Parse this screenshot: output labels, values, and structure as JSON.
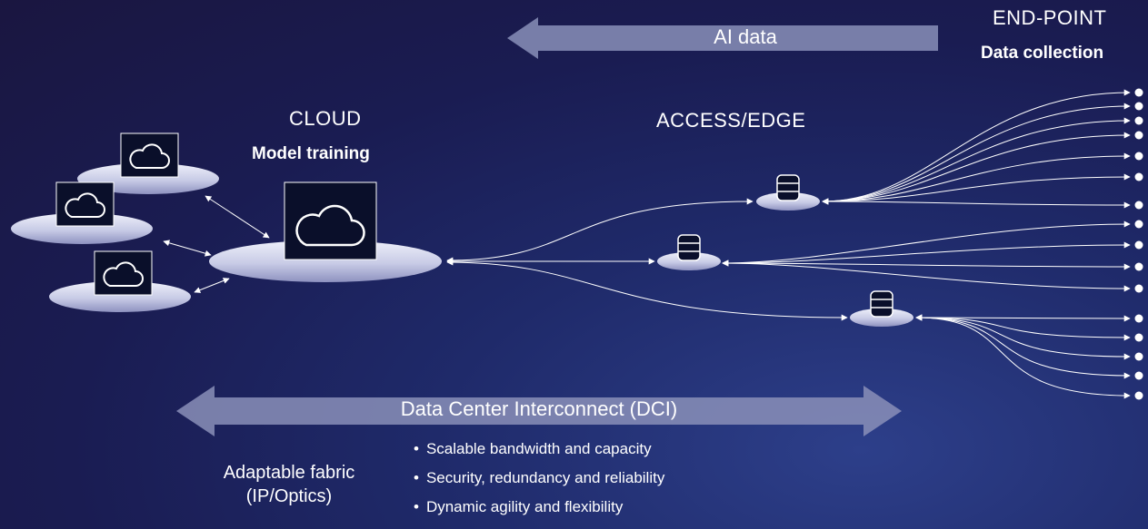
{
  "ai_data_arrow": {
    "label": "AI data"
  },
  "endpoint": {
    "title": "END-POINT",
    "subtitle": "Data collection"
  },
  "cloud": {
    "title": "CLOUD",
    "subtitle": "Model training"
  },
  "edge": {
    "title": "ACCESS/EDGE"
  },
  "dci_arrow": {
    "label": "Data Center Interconnect (DCI)"
  },
  "fabric": {
    "line1": "Adaptable fabric",
    "line2": "(IP/Optics)"
  },
  "bullets": [
    "Scalable bandwidth and capacity",
    "Security, redundancy and reliability",
    "Dynamic agility and flexibility"
  ],
  "colors": {
    "background": "#1a1c52",
    "arrow": "#8a8fb8",
    "line": "#ffffff"
  },
  "icons": {
    "cloud": "cloud-icon",
    "database": "database-icon"
  }
}
